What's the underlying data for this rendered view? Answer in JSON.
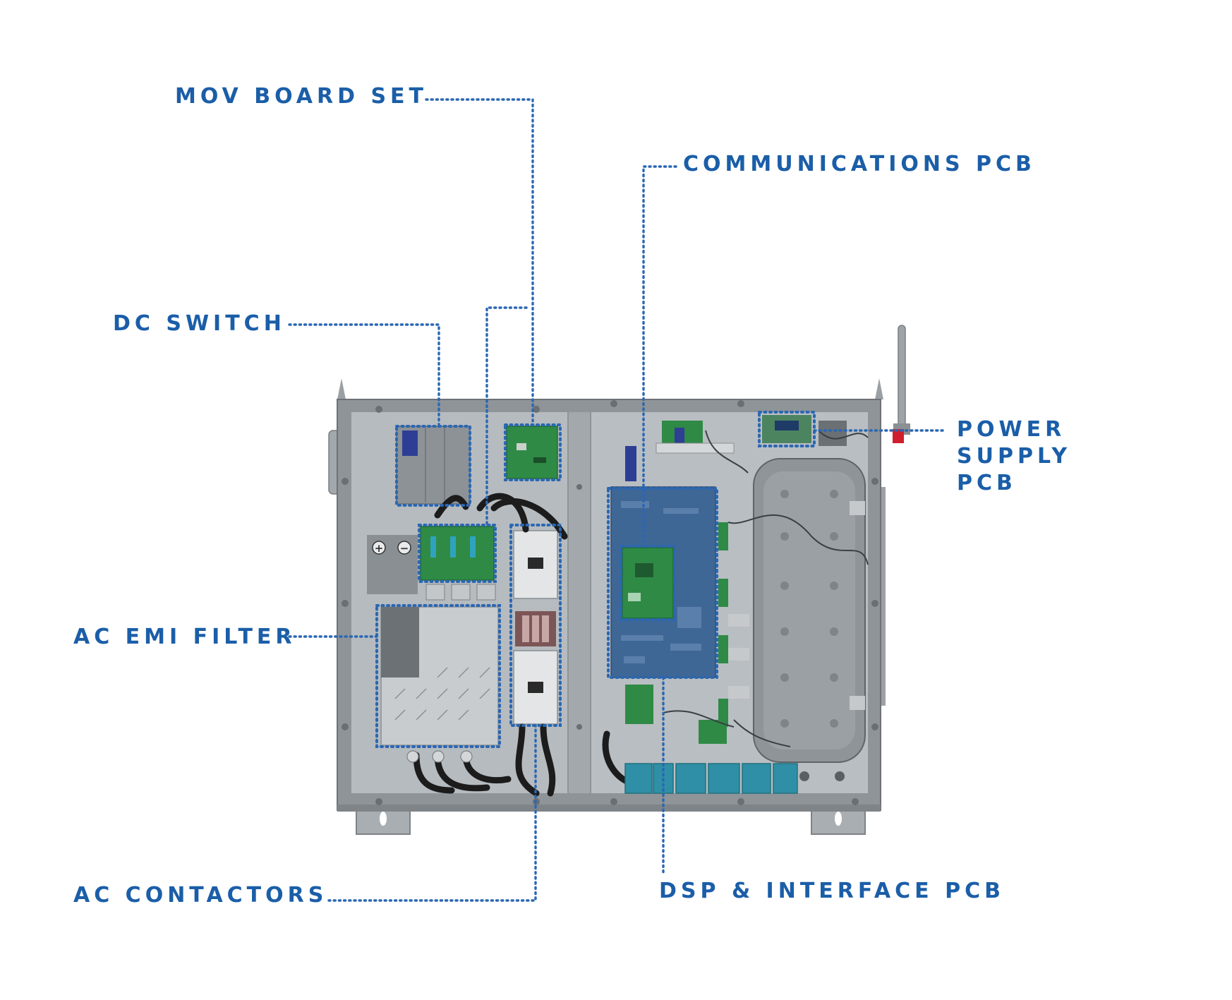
{
  "labels": {
    "mov_board_set": "MOV BOARD SET",
    "communications_pcb": "COMMUNICATIONS PCB",
    "dc_switch": "DC SWITCH",
    "power_supply_pcb_line1": "POWER",
    "power_supply_pcb_line2": "SUPPLY",
    "power_supply_pcb_line3": "PCB",
    "ac_emi_filter": "AC EMI FILTER",
    "ac_contactors": "AC CONTACTORS",
    "dsp_interface_pcb": "DSP & INTERFACE PCB"
  },
  "colors": {
    "label": "#1b5ea8",
    "leader": "#2a67b3",
    "enclosure": "#8e9396",
    "panel": "#b4b9bd",
    "green_board": "#2f8a45",
    "blue_board": "#3f6796",
    "teal_bank": "#2f8fa6",
    "cable": "#1c1c1c"
  }
}
